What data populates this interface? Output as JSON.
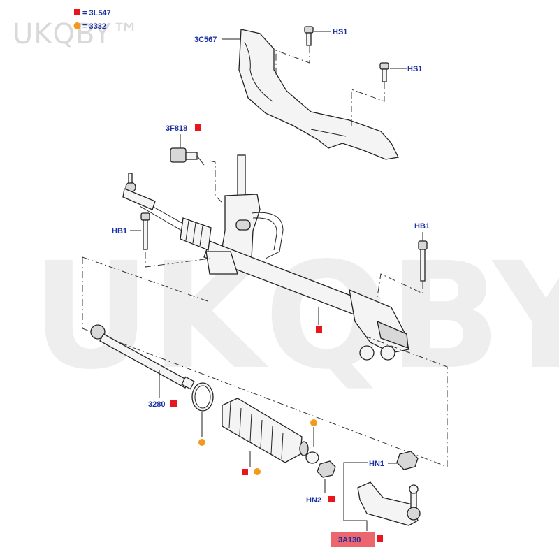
{
  "watermark": {
    "text": "UKQBY™"
  },
  "legend": [
    {
      "label": "= 3L547",
      "marker": "red-square"
    },
    {
      "label": "= 3332",
      "marker": "orange-dot"
    }
  ],
  "callouts": {
    "heat_shield": "3C567",
    "hs1_top": "HS1",
    "hs1_mid": "HS1",
    "sensor": "3F818",
    "hb1_left": "HB1",
    "hb1_right": "HB1",
    "tie_rod": "3280",
    "hn1": "HN1",
    "hn2": "HN2",
    "tie_rod_end": "3A130"
  },
  "colors": {
    "callout_text": "#1a2fa0",
    "red_marker": "#e8141e",
    "orange_marker": "#f39a1e",
    "highlight": "#e94b55"
  }
}
